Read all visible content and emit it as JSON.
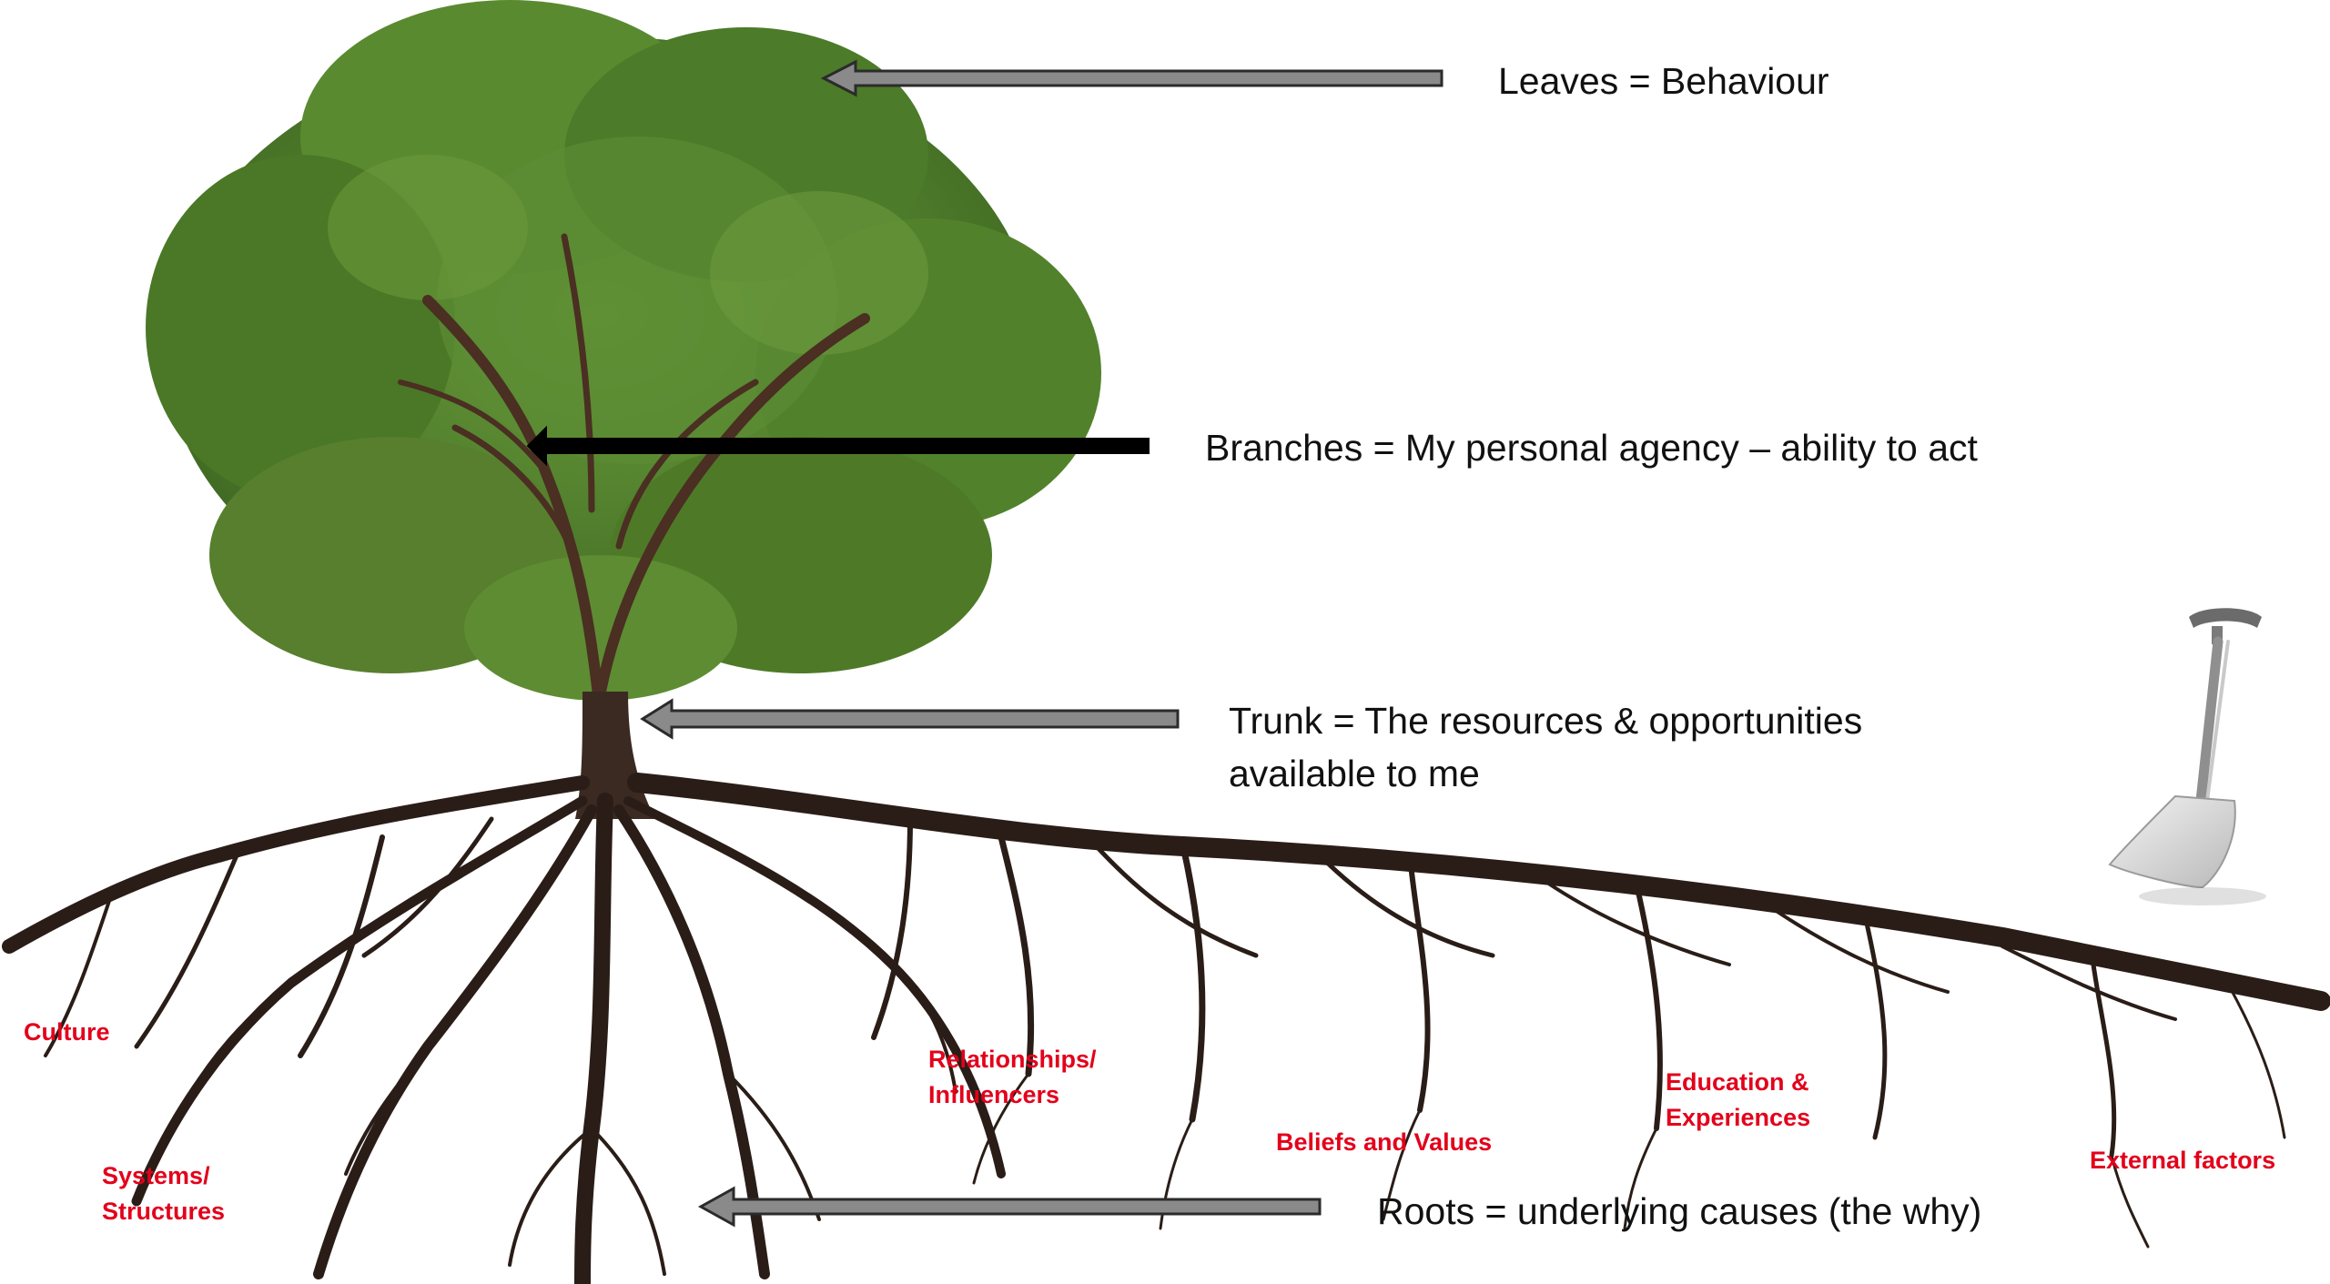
{
  "captions": {
    "leaves": "Leaves = Behaviour",
    "branches": "Branches = My personal agency – ability to act",
    "trunk_line1": "Trunk = The resources & opportunities",
    "trunk_line2": "available to me",
    "roots": "Roots = underlying causes (the why)"
  },
  "root_labels": {
    "culture": "Culture",
    "systems_line1": "Systems/",
    "systems_line2": "Structures",
    "relationships_line1": "Relationships/",
    "relationships_line2": "Influencers",
    "beliefs": "Beliefs and Values",
    "education_line1": "Education &",
    "education_line2": "Experiences",
    "external": "External factors"
  },
  "colors": {
    "caption_text": "#111111",
    "root_label_text": "#e3001b",
    "arrow_fill_grey": "#8a8a8a",
    "arrow_fill_black": "#000000",
    "foliage": "#4f7d2c",
    "roots": "#2a1d17"
  },
  "icons": {
    "shovel": "shovel-icon",
    "tree": "tree-illustration"
  }
}
